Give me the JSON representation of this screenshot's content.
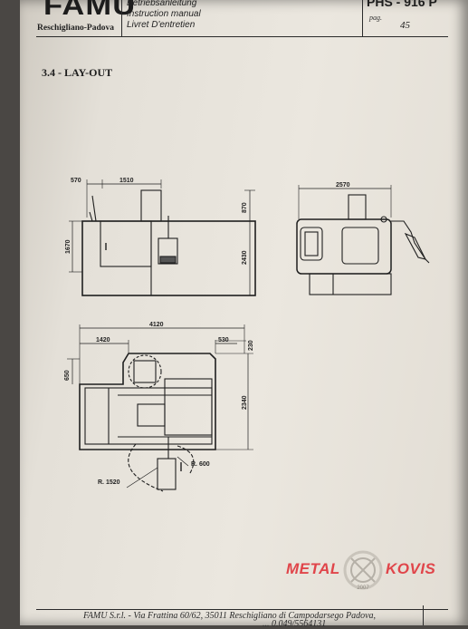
{
  "header": {
    "logo": "FAMU",
    "company": "Reschigliano-Padova",
    "manual_lines": [
      "Betriebsanleitung",
      "Instruction manual",
      "Livret D'entretien"
    ],
    "model": "PHS - 916 P",
    "page_label": "pag.",
    "page_number": "45"
  },
  "section": {
    "title": "3.4 - LAY-OUT"
  },
  "dimensions": {
    "side_top_left": "570",
    "side_top_width": "1510",
    "side_upper_right": "870",
    "side_left_height": "1670",
    "side_right_height": "2430",
    "front_width": "2570",
    "plan_total_width": "4120",
    "plan_left_width": "1420",
    "plan_right_width": "530",
    "plan_right_top": "230",
    "plan_left_top": "650",
    "plan_height": "2340",
    "radius_small": "R. 600",
    "radius_large": "R. 1520"
  },
  "watermark": {
    "left": "METAL",
    "right": "KOVIS",
    "year": "2007",
    "color": "#e0454a"
  },
  "footer": {
    "line1": "FAMU S.r.l. - Via Frattina 60/62, 35011 Reschigliano di Campodarsego Padova,",
    "line2": "... 0.049/5564131"
  }
}
